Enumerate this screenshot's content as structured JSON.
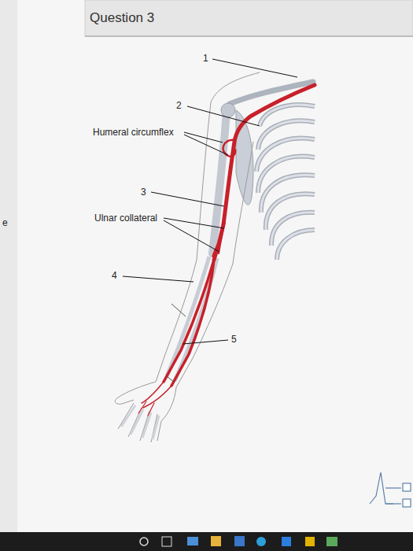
{
  "diagram": {
    "title": "Question 3",
    "labels": [
      "1",
      "2",
      "Humeral circumflex",
      "3",
      "e",
      "Ulnar collateral",
      "4",
      "5"
    ]
  }
}
